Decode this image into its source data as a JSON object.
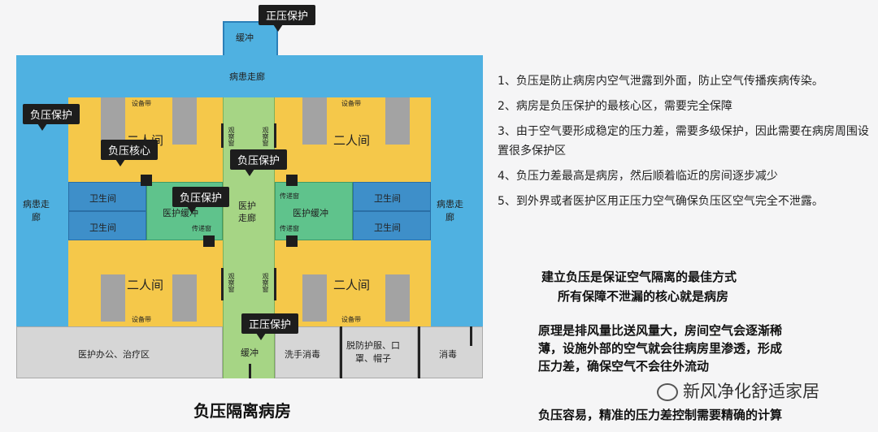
{
  "diagram": {
    "corridor_top": "病患走廊",
    "corridor_left": "病患走\n廊",
    "corridor_right": "病患走\n廊",
    "buffer_top": "缓冲",
    "buffer_bottom": "缓冲",
    "equipment_band": "设备带",
    "ward_top_left": "二人间",
    "ward_top_right": "二人间",
    "ward_bottom_left": "二人间",
    "ward_bottom_right": "二人间",
    "bathroom": "卫生间",
    "medical_buffer_left": "医护缓冲",
    "medical_buffer_right": "医护缓冲",
    "medical_corridor": "医护\n走廊",
    "pass_window": "传递窗",
    "observation_window": "观察窗",
    "office": "医护办公、治疗区",
    "hand_wash": "洗手消毒",
    "gown_removal": "脱防护服、口\n罩、帽子",
    "disinfect": "消毒",
    "title": "负压隔离病房"
  },
  "callouts": {
    "positive_top": "正压保护",
    "negative_left": "负压保护",
    "negative_core": "负压核心",
    "negative_center": "负压保护",
    "negative_mid": "负压保护",
    "positive_bottom": "正压保护"
  },
  "notes": [
    "1、负压是防止病房内空气泄露到外面，防止空气传播疾病传染。",
    "2、病房是负压保护的最核心区，需要完全保障",
    "3、由于空气要形成稳定的压力差，需要多级保护，因此需要在病房周围设置很多保护区",
    "4、负压力差最高是病房，然后顺着临近的房间逐步减少",
    "5、到外界或者医护区用正压力空气确保负压区空气完全不泄露。"
  ],
  "summary": {
    "line1": "建立负压是保证空气隔离的最佳方式",
    "line2": "所有保障不泄漏的核心就是病房",
    "principle": "原理是排风量比送风量大，房间空气会逐渐稀薄，设施外部的空气就会往病房里渗透，形成压力差，确保空气不会往外流动",
    "easy": "负压容易，精准的压力差控制需要精确的计算"
  },
  "watermark": "新风净化舒适家居"
}
